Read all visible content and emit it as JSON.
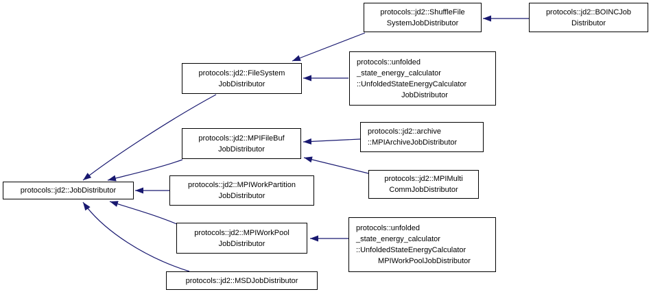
{
  "diagram": {
    "type": "class-inheritance-graph",
    "colors": {
      "arrow": "#191970",
      "node_border": "#000000",
      "node_fill": "#ffffff",
      "background": "#ffffff",
      "text": "#000000"
    },
    "nodes": [
      {
        "id": "jobdistributor",
        "label": "protocols::jd2::JobDistributor",
        "lines": [
          "protocols::jd2::JobDistributor"
        ]
      },
      {
        "id": "filesystem",
        "label": "protocols::jd2::FileSystemJobDistributor",
        "lines": [
          "protocols::jd2::FileSystem",
          "JobDistributor"
        ]
      },
      {
        "id": "shufflefilesystem",
        "label": "protocols::jd2::ShuffleFileSystemJobDistributor",
        "lines": [
          "protocols::jd2::ShuffleFile",
          "SystemJobDistributor"
        ]
      },
      {
        "id": "boinc",
        "label": "protocols::jd2::BOINCJobDistributor",
        "lines": [
          "protocols::jd2::BOINCJob",
          "Distributor"
        ]
      },
      {
        "id": "unfolded-jobdistributor",
        "label": "protocols::unfolded_state_energy_calculator::UnfoldedStateEnergyCalculatorJobDistributor",
        "lines": [
          "protocols::unfolded",
          "_state_energy_calculator",
          "::UnfoldedStateEnergyCalculator",
          "JobDistributor"
        ]
      },
      {
        "id": "mpifilebuf",
        "label": "protocols::jd2::MPIFileBufJobDistributor",
        "lines": [
          "protocols::jd2::MPIFileBuf",
          "JobDistributor"
        ]
      },
      {
        "id": "mpiarchive",
        "label": "protocols::jd2::archive::MPIArchiveJobDistributor",
        "lines": [
          "protocols::jd2::archive",
          "::MPIArchiveJobDistributor"
        ]
      },
      {
        "id": "mpimulticomm",
        "label": "protocols::jd2::MPIMultiCommJobDistributor",
        "lines": [
          "protocols::jd2::MPIMulti",
          "CommJobDistributor"
        ]
      },
      {
        "id": "mpiworkpartition",
        "label": "protocols::jd2::MPIWorkPartitionJobDistributor",
        "lines": [
          "protocols::jd2::MPIWorkPartition",
          "JobDistributor"
        ]
      },
      {
        "id": "mpiworkpool",
        "label": "protocols::jd2::MPIWorkPoolJobDistributor",
        "lines": [
          "protocols::jd2::MPIWorkPool",
          "JobDistributor"
        ]
      },
      {
        "id": "unfolded-mpiworkpool",
        "label": "protocols::unfolded_state_energy_calculator::UnfoldedStateEnergyCalculatorMPIWorkPoolJobDistributor",
        "lines": [
          "protocols::unfolded",
          "_state_energy_calculator",
          "::UnfoldedStateEnergyCalculator",
          "MPIWorkPoolJobDistributor"
        ]
      },
      {
        "id": "msd",
        "label": "protocols::jd2::MSDJobDistributor",
        "lines": [
          "protocols::jd2::MSDJobDistributor"
        ]
      }
    ],
    "edges": [
      {
        "from": "filesystem",
        "to": "jobdistributor"
      },
      {
        "from": "mpifilebuf",
        "to": "jobdistributor"
      },
      {
        "from": "mpiworkpartition",
        "to": "jobdistributor"
      },
      {
        "from": "mpiworkpool",
        "to": "jobdistributor"
      },
      {
        "from": "msd",
        "to": "jobdistributor"
      },
      {
        "from": "shufflefilesystem",
        "to": "filesystem"
      },
      {
        "from": "unfolded-jobdistributor",
        "to": "filesystem"
      },
      {
        "from": "boinc",
        "to": "shufflefilesystem"
      },
      {
        "from": "mpiarchive",
        "to": "mpifilebuf"
      },
      {
        "from": "mpimulticomm",
        "to": "mpifilebuf"
      },
      {
        "from": "unfolded-mpiworkpool",
        "to": "mpiworkpool"
      }
    ]
  }
}
